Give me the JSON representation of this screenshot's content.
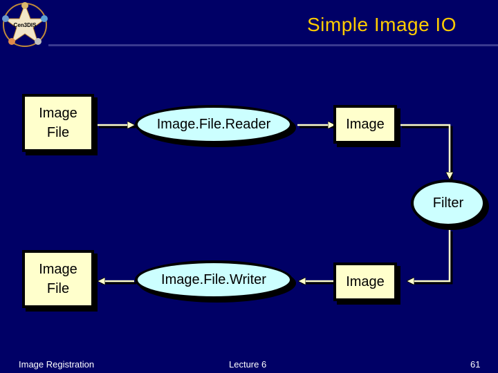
{
  "slide": {
    "title": "Simple Image IO",
    "logo_label": "Cen3DIS"
  },
  "diagram": {
    "input_file": "Image\nFile",
    "reader": "Image.File.Reader",
    "image_top": "Image",
    "filter": "Filter",
    "image_bottom": "Image",
    "writer": "Image.File.Writer",
    "output_file": "Image\nFile"
  },
  "footer": {
    "left": "Image Registration",
    "center": "Lecture 6",
    "page_number": "61"
  },
  "colors": {
    "background": "#000066",
    "title": "#FFCC00",
    "box_fill": "#FFFFCC",
    "ellipse_fill": "#CCFFFF",
    "arrow": "#FFFFCC"
  }
}
